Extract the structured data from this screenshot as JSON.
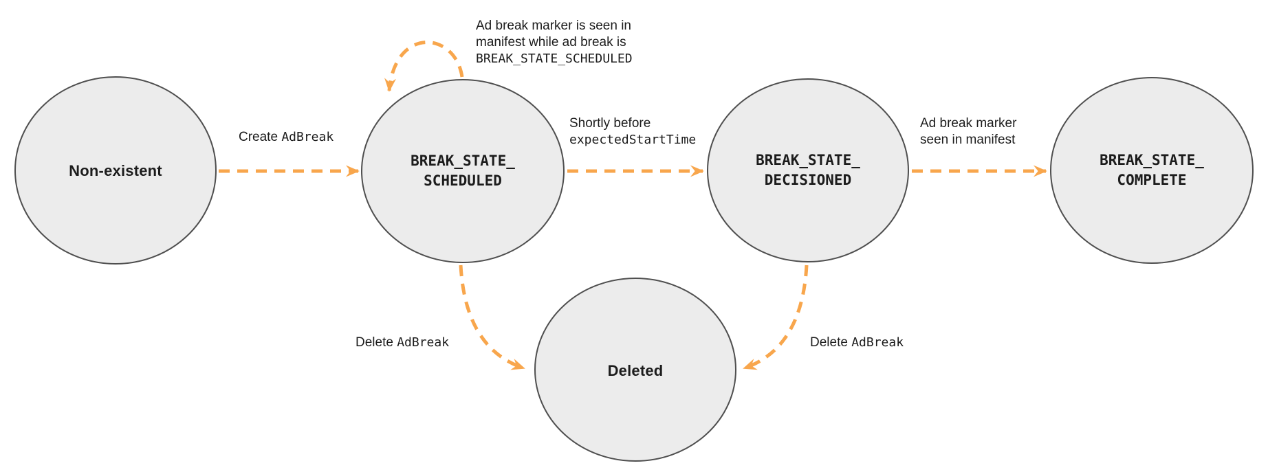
{
  "colors": {
    "circle_fill": "#ececec",
    "circle_stroke": "#4f4f4f",
    "arrow": "#F8A64C",
    "text": "#1c1c1c"
  },
  "states": {
    "non_existent": {
      "label": "Non-existent"
    },
    "scheduled": {
      "line1": "BREAK_STATE_",
      "line2": "SCHEDULED"
    },
    "decisioned": {
      "line1": "BREAK_STATE_",
      "line2": "DECISIONED"
    },
    "complete": {
      "line1": "BREAK_STATE_",
      "line2": "COMPLETE"
    },
    "deleted": {
      "label": "Deleted"
    }
  },
  "transitions": {
    "create": {
      "plain": "Create",
      "code": "AdBreak"
    },
    "marker_seen_loop": {
      "line1": "Ad break marker is seen in",
      "line2": "manifest while ad break is",
      "line3": "BREAK_STATE_SCHEDULED"
    },
    "shortly_before": {
      "line1": "Shortly before",
      "line2": "expectedStartTime"
    },
    "marker_seen": {
      "line1": "Ad break marker",
      "line2": "seen in manifest"
    },
    "delete_from_scheduled": {
      "plain": "Delete",
      "code": "AdBreak"
    },
    "delete_from_decisioned": {
      "plain": "Delete",
      "code": "AdBreak"
    }
  }
}
